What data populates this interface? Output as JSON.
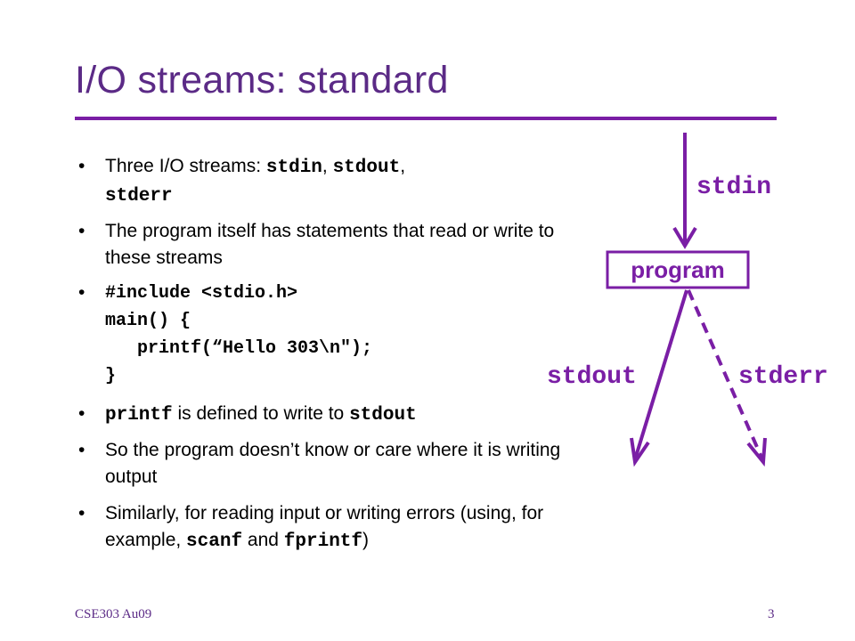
{
  "title": "I/O streams: standard",
  "bullets": {
    "b1": {
      "text": "Three I/O streams: ",
      "c1": "stdin",
      "sep1": ", ",
      "c2": "stdout",
      "sep2": ",",
      "c3": "stderr"
    },
    "b2": {
      "text": "The program itself has statements that read or write to these streams"
    },
    "b3": {
      "code": [
        "#include <stdio.h>",
        "main() {",
        "   printf(“Hello 303\\n\");",
        "}"
      ]
    },
    "b4": {
      "c1": "printf",
      "text": " is defined to write to ",
      "c2": "stdout"
    },
    "b5": {
      "text": "So the program doesn’t know or care where it is writing output"
    },
    "b6": {
      "text1": "Similarly, for reading input or writing errors (using, for example, ",
      "c1": "scanf",
      "text2": " and ",
      "c2": "fprintf",
      "text3": ")"
    }
  },
  "diagram": {
    "program_label": "program",
    "stdin_label": "stdin",
    "stdout_label": "stdout",
    "stderr_label": "stderr",
    "accent_color": "#7a1ea5"
  },
  "footer": {
    "course": "CSE303 Au09",
    "page_number": "3"
  }
}
